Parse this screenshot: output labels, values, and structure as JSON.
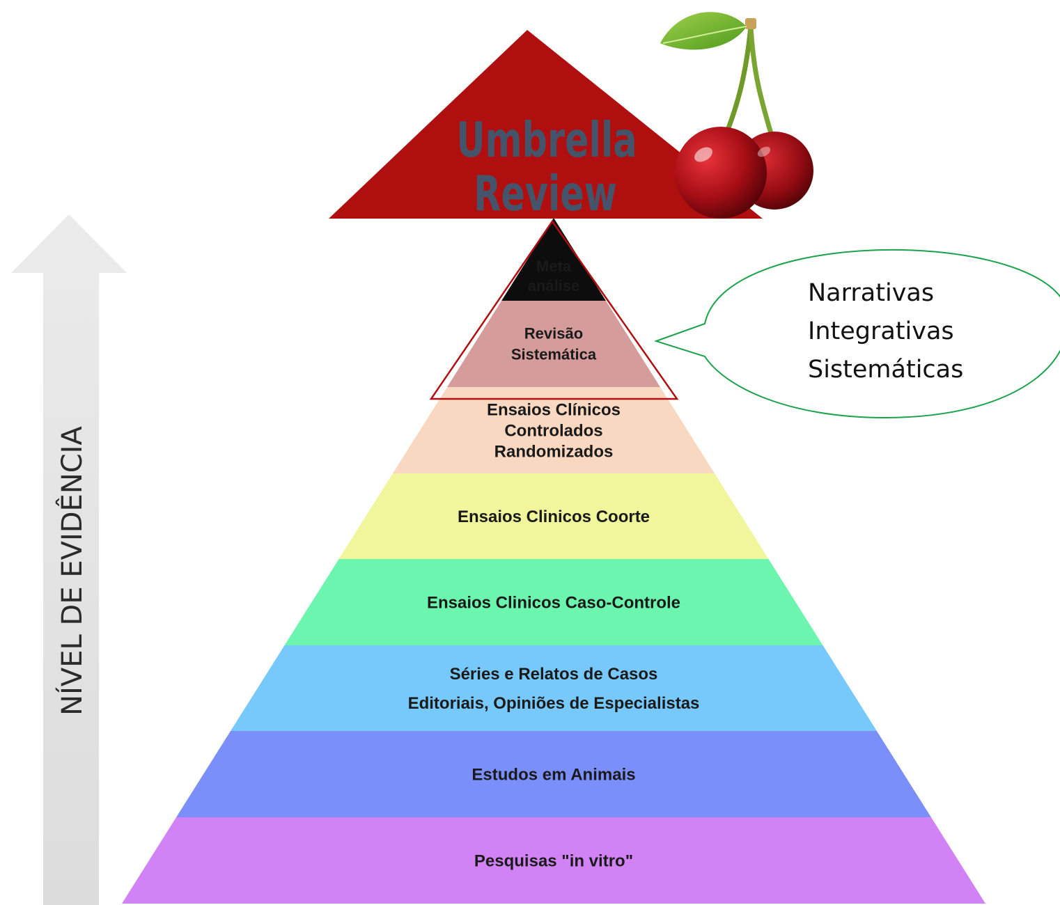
{
  "axis": {
    "label": "NÍVEL DE EVIDÊNCIA"
  },
  "pyramid": {
    "levels": [
      {
        "lines": [
          "Meta",
          "análise"
        ],
        "color": "#0d0d0d",
        "text_color": "#ffffff"
      },
      {
        "lines": [
          "Revisão",
          "Sistemática"
        ],
        "color": "#d59c9b",
        "text_color": "#1a1a1a"
      },
      {
        "lines": [
          "Ensaios Clínicos",
          "Controlados",
          "Randomizados"
        ],
        "color": "#f8d8c0",
        "text_color": "#1a1a1a"
      },
      {
        "lines": [
          "Ensaios Clinicos Coorte"
        ],
        "color": "#f1f59b",
        "text_color": "#1a1a1a"
      },
      {
        "lines": [
          "Ensaios Clinicos Caso-Controle"
        ],
        "color": "#6cf5ae",
        "text_color": "#1a1a1a"
      },
      {
        "lines": [
          "Séries e Relatos de Casos",
          "Editoriais, Opiniões de Especialistas"
        ],
        "color": "#77c9fb",
        "text_color": "#1a1a1a"
      },
      {
        "lines": [
          "Estudos em Animais"
        ],
        "color": "#7b8ffb",
        "text_color": "#1a1a1a"
      },
      {
        "lines": [
          "Pesquisas \"in vitro\""
        ],
        "color": "#d183f6",
        "text_color": "#1a1a1a"
      }
    ]
  },
  "umbrella": {
    "lines": [
      "Umbrella",
      "Review"
    ],
    "fill": "#b00f10",
    "text_color": "#44546a"
  },
  "highlight_outline": {
    "color": "#b00f10"
  },
  "callout": {
    "lines": [
      "Narrativas",
      "Integrativas",
      "Sistemáticas"
    ],
    "border": "#1aa34a"
  },
  "cherry": {
    "name": "cherry-icon"
  }
}
